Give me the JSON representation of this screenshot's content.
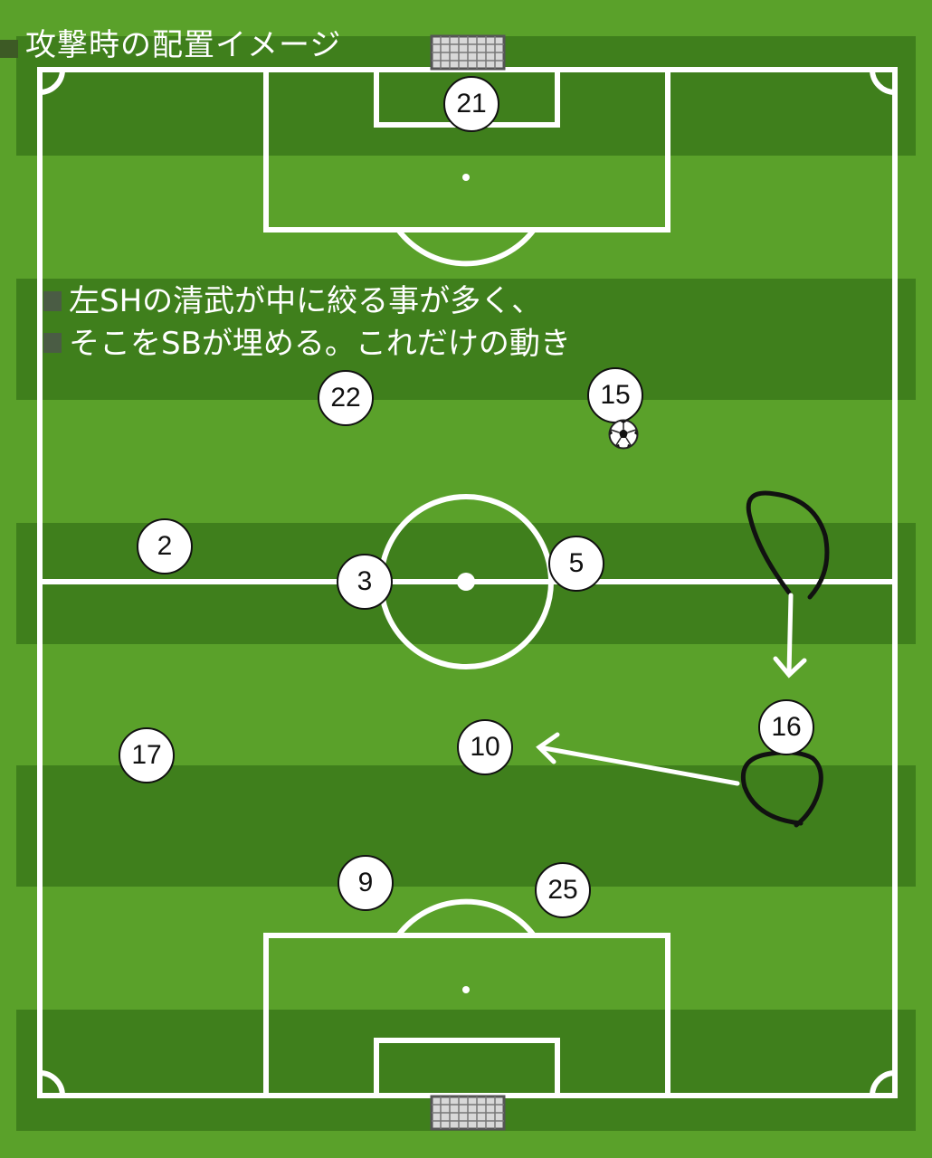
{
  "title": "攻撃時の配置イメージ",
  "note": {
    "line1": "左SHの清武が中に絞る事が多く、",
    "line2": "そこをSBが埋める。これだけの動き"
  },
  "colors": {
    "grass_light": "#5aa12a",
    "grass_dark": "#3f7f1c",
    "line": "#ffffff",
    "scribble": "#111111"
  },
  "players": [
    {
      "number": "21"
    },
    {
      "number": "22"
    },
    {
      "number": "15"
    },
    {
      "number": "2"
    },
    {
      "number": "3"
    },
    {
      "number": "5"
    },
    {
      "number": "16"
    },
    {
      "number": "17"
    },
    {
      "number": "10"
    },
    {
      "number": "9"
    },
    {
      "number": "25"
    }
  ],
  "ball": {
    "icon": "soccer-ball-icon",
    "near_player": "15"
  },
  "arrows": [
    {
      "name": "arrow-down",
      "from_player": "",
      "to_player": "16"
    },
    {
      "name": "arrow-left",
      "from_player": "16",
      "to_player": "10"
    }
  ]
}
